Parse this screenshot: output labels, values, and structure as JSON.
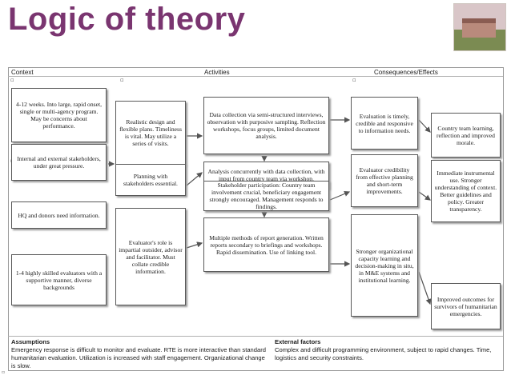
{
  "slide": {
    "title": "Logic of theory"
  },
  "headers": {
    "context": "Context",
    "activities": "Activities",
    "consequences": "Consequences/Effects"
  },
  "context": {
    "box1": "4-12 weeks. Into large, rapid onset, single or multi-agency program. May be concerns about performance.",
    "box2": "Internal and external stakeholders, under great pressure.",
    "box3": "HQ and donors need information.",
    "box4": "1-4 highly skilled evaluators with a supportive manner, diverse backgrounds"
  },
  "design": {
    "box1": "Realistic design and flexible plans. Timeliness is vital. May utilize a series of visits.",
    "box2": "Planning with stakeholders essential.",
    "box3": "Evaluator's role is impartial outsider, advisor and facilitator. Must collate credible information."
  },
  "activities": {
    "box1": "Data collection via semi-structured interviews, observation with purposive sampling. Reflection workshops, focus groups, limited document analysis.",
    "box2": "Analysis concurrently with data collection, with input from country team via workshop.",
    "box3": "Stakeholder participation: Country team involvement crucial, beneficiary engagement strongly encouraged. Management responds to findings.",
    "box4": "Multiple methods of report generation. Written reports secondary to briefings and workshops. Rapid dissemination. Use of linking tool."
  },
  "consequences": {
    "box1": "Evaluation is timely, credible and responsive to information needs.",
    "box2": "Evaluator credibility from effective planning and short-term improvements.",
    "box3": "Stronger organizational capacity learning and decision-making in situ, in M&E systems and institutional learning."
  },
  "effects": {
    "box1": "Country team learning, reflection and improved morale.",
    "box2": "Immediate instrumental use. Stronger understanding of context. Better guidelines and policy. Greater transparency.",
    "box3": "Improved outcomes for survivors of humanitarian emergencies."
  },
  "footer": {
    "assumptions_label": "Assumptions",
    "assumptions_text": "Emergency response is difficult to monitor and evaluate. RTE is more interactive than standard humanitarian evaluation. Utilization is increased with staff engagement. Organizational change is slow.",
    "external_label": "External factors",
    "external_text": "Complex and difficult programming environment, subject to rapid changes. Time, logistics and security constraints."
  },
  "colors": {
    "title": "#7a3570",
    "border": "#595959"
  }
}
